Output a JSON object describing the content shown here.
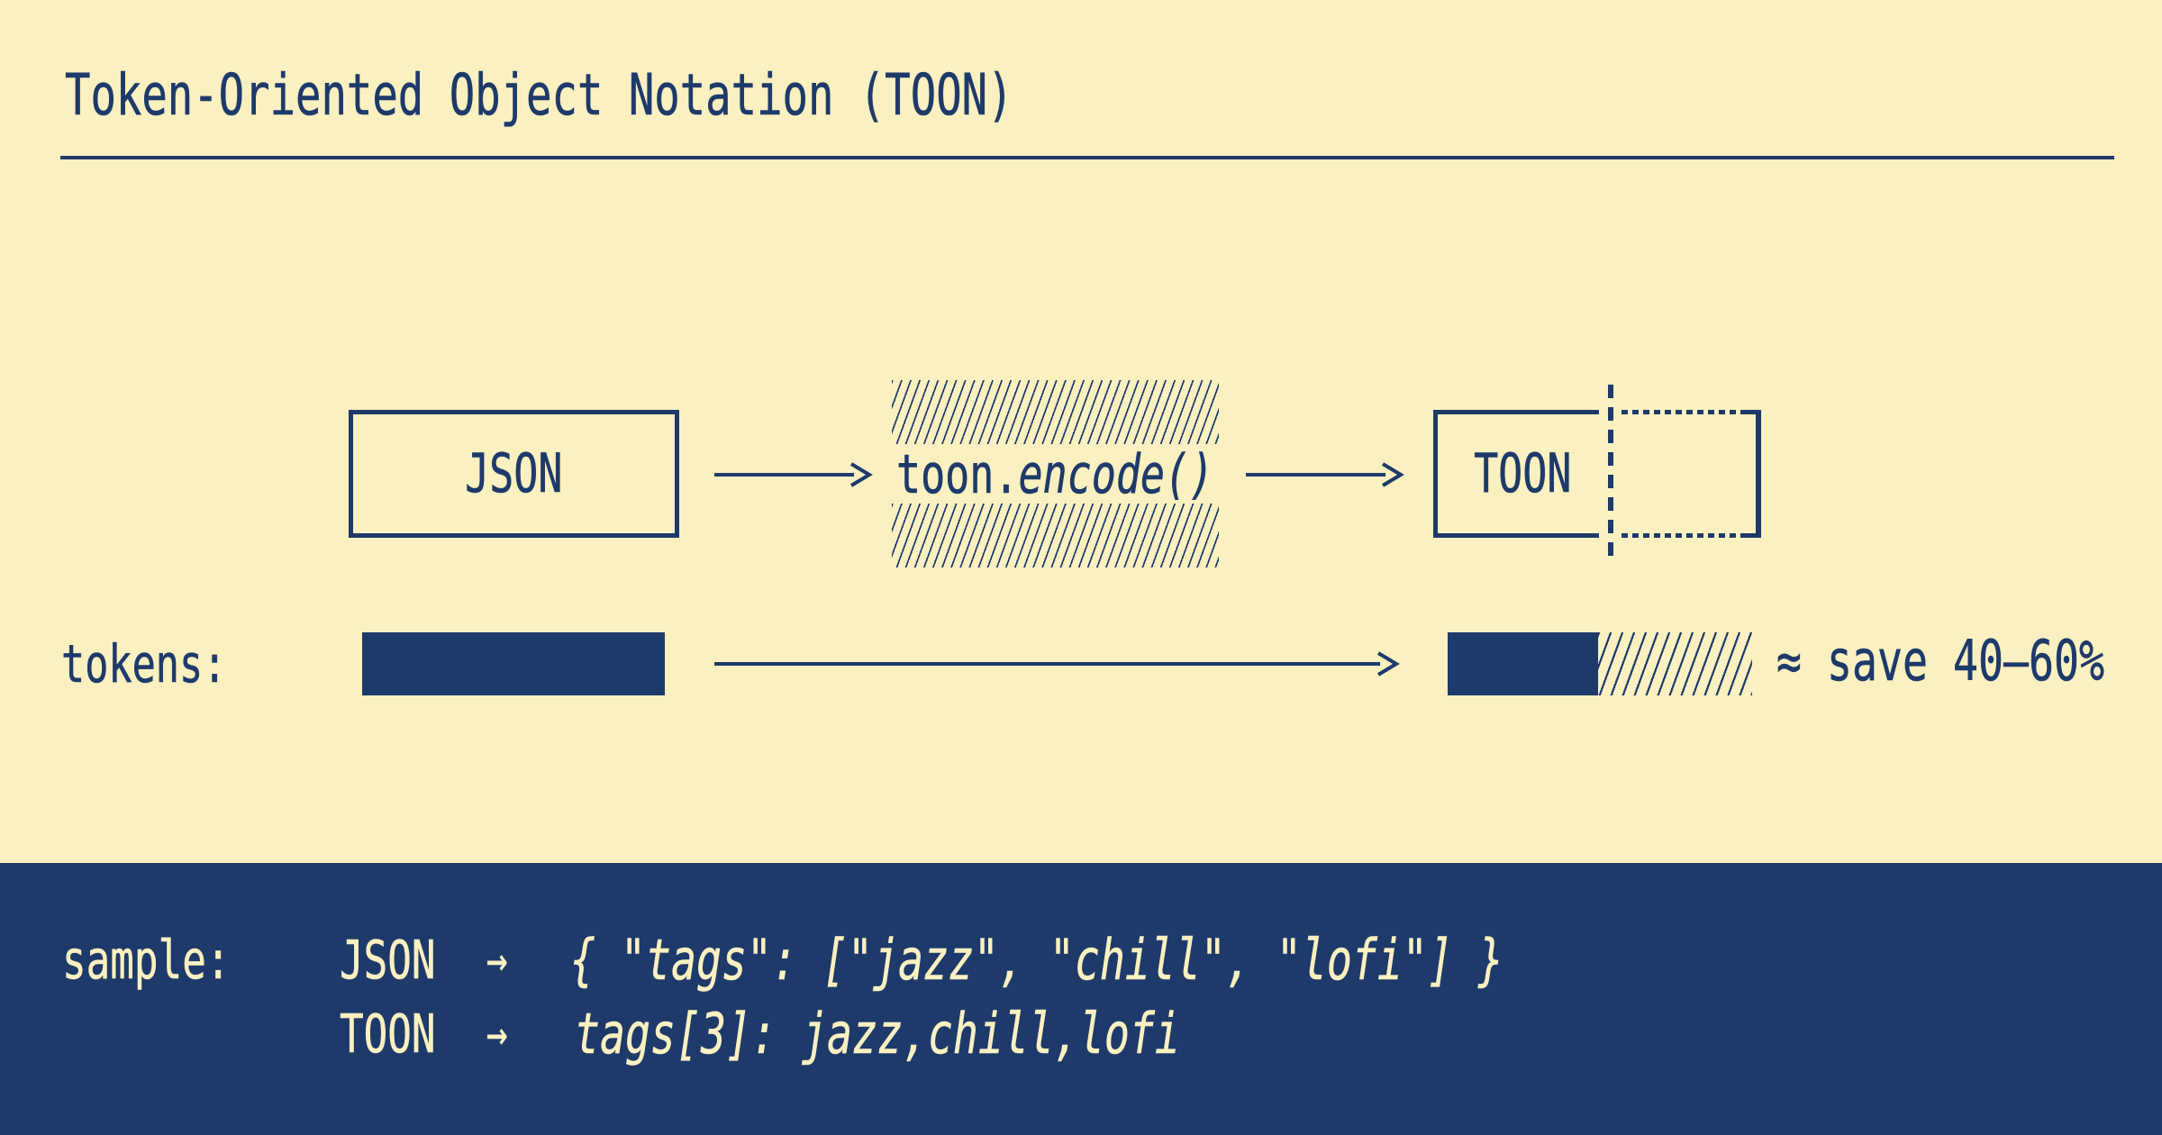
{
  "title": "Token-Oriented Object Notation (TOON)",
  "colors": {
    "cream": "#FAF0C0",
    "navy": "#1E3A6B"
  },
  "diagram": {
    "input_label": "JSON",
    "fn_prefix": "toon.",
    "fn_call": "encode()",
    "output_label": "TOON"
  },
  "tokens": {
    "label": "tokens:",
    "savings_note": "≈ save 40–60%"
  },
  "sample": {
    "label": "sample:",
    "rows": [
      {
        "format": "JSON",
        "arrow": "→",
        "code": "{ \"tags\": [\"jazz\", \"chill\", \"lofi\"] }"
      },
      {
        "format": "TOON",
        "arrow": "→",
        "code": "tags[3]: jazz,chill,lofi"
      }
    ]
  }
}
